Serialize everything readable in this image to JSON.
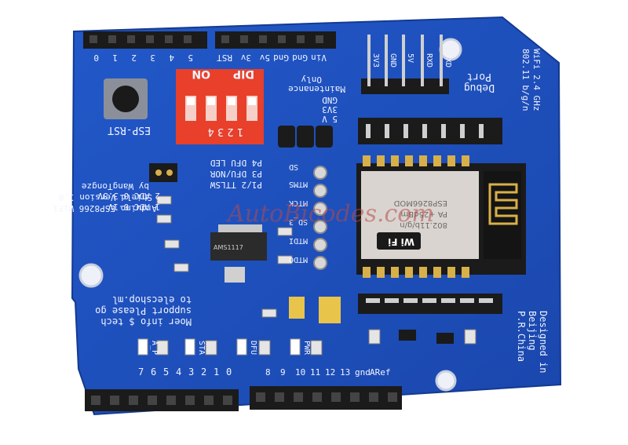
{
  "photo": {
    "subject": "ESP8266 WiFi Arduino shield PCB",
    "colors": {
      "board": "#1f4fbf",
      "board_dark": "#173e9a",
      "silk": "#f2f4ff",
      "dip": "#e8402a",
      "header": "#1b1b1b",
      "gold": "#d8b04a",
      "module": "#3a2a12"
    }
  },
  "labels": {
    "esp_rst": "ESP-RST",
    "dip": "DIP",
    "on": "ON",
    "dip_nums": "1 2 3 4",
    "maintenance_lines": [
      "5 V",
      "3V3",
      "GND",
      "Maintenance",
      "Only"
    ],
    "debug_port": [
      "Debug",
      "Port"
    ],
    "debug_pins": [
      "3V3",
      "GND",
      "5V",
      "RXD",
      "TXD"
    ],
    "wifi_spec": [
      "WiFi 2.4 GHz",
      "802.11 b/g/n"
    ],
    "mode_lines": [
      "P1/2 TTLSW",
      "P3 DFU/NOR",
      "P4 DFU LED"
    ],
    "jtag_lines": [
      "MTDO",
      "MTDI",
      "SD_3",
      "MTCK",
      "MTMS",
      "SD"
    ],
    "title_lines": [
      "Arduino ESP8266 WiFi",
      "Shield Version 1.0",
      "by WangTongze"
    ],
    "adc_lines": [
      "1 ADC 0-1V",
      "2 ADC 0-3.3V"
    ],
    "support_lines": [
      "Moer info $ tech",
      "support Please go",
      "to elecshop.ml"
    ],
    "designed_lines": [
      "Designed in",
      "Beijing",
      "P.R.China"
    ],
    "leds": [
      "A_P",
      "STA",
      "DFU",
      "PWR"
    ],
    "regulator": "AMS1117",
    "module_text": [
      "802.11b/g/n",
      "PA  +25dBm",
      "ESP8266MOD"
    ],
    "wifi_logo": "Wi Fi",
    "bottom_digital_left": [
      "7",
      "6",
      "5",
      "4",
      "3",
      "2",
      "1",
      "0"
    ],
    "bottom_digital_right": [
      "8",
      "9",
      "10",
      "11",
      "12",
      "13",
      "gnd",
      "ARef"
    ],
    "top_analog": [
      "5",
      "4",
      "3",
      "2",
      "1",
      "0"
    ],
    "top_power": [
      "Vin",
      "Gnd",
      "Gnd",
      "5v",
      "3v",
      "RST"
    ],
    "watermark": "AutoBicodes.com"
  }
}
